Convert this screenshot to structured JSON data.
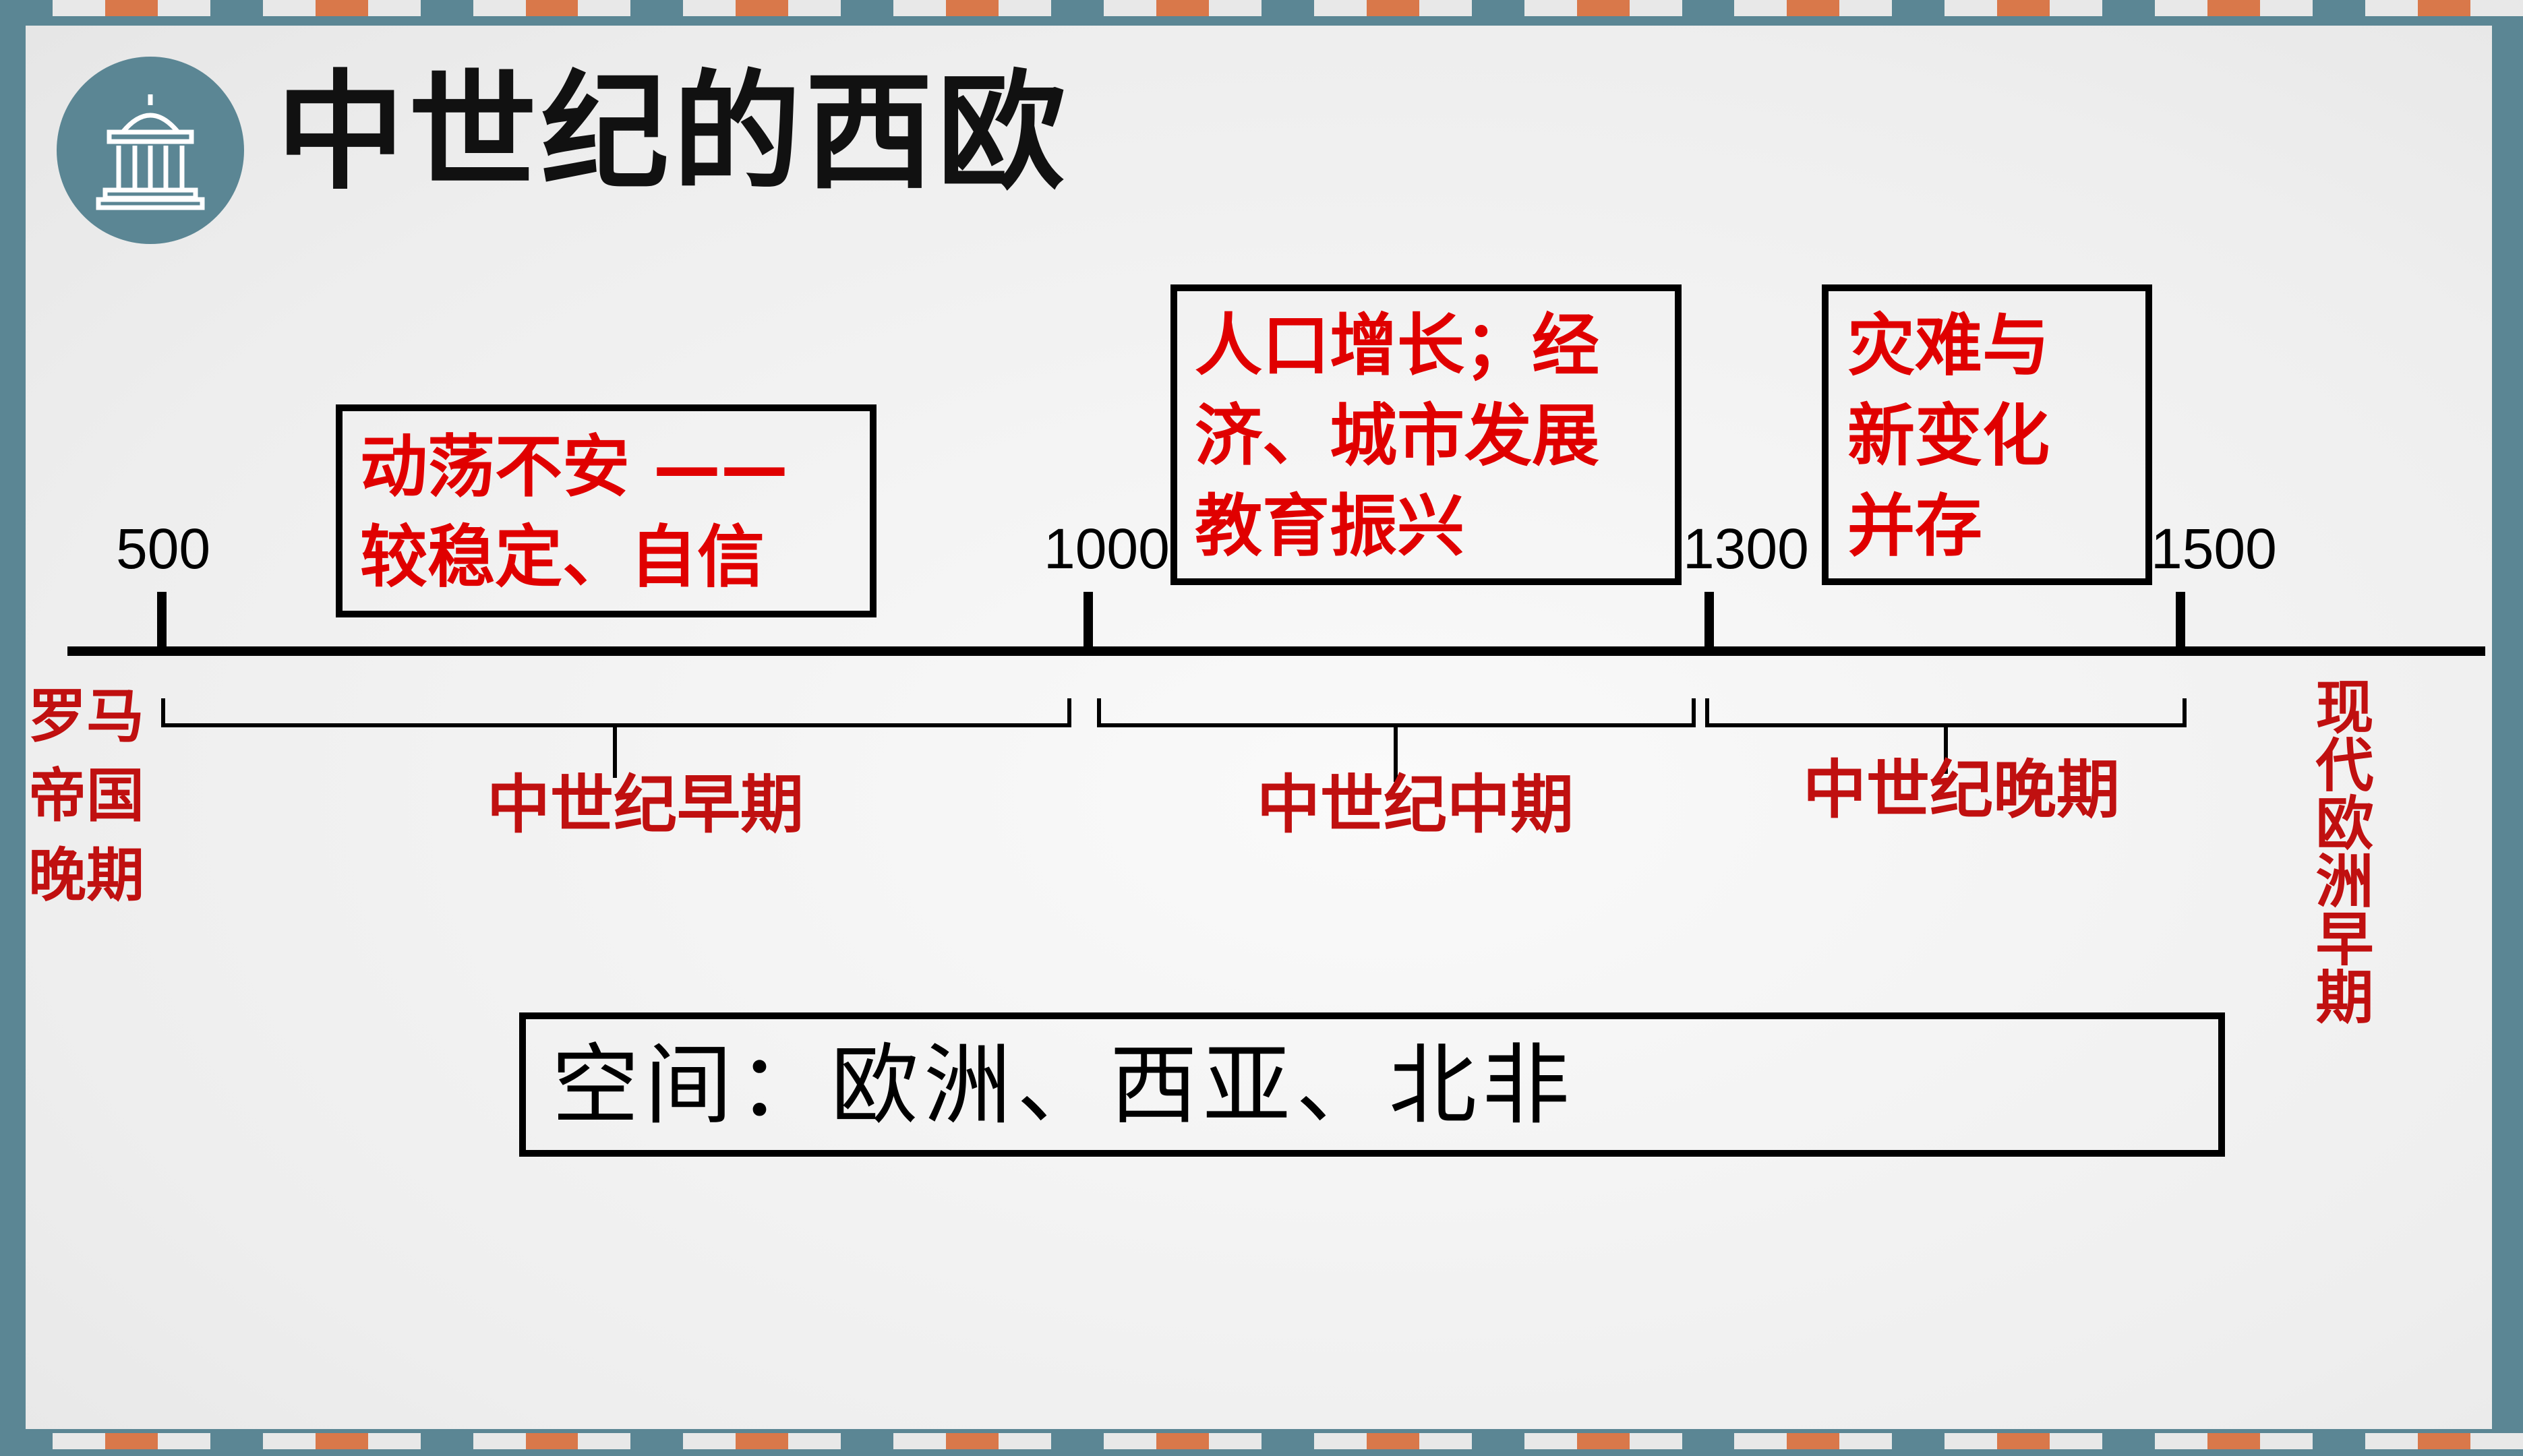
{
  "title": "中世纪的西欧",
  "timeline": {
    "years": [
      "500",
      "1000",
      "1300",
      "1500"
    ],
    "before_label": "罗马帝国晚期",
    "after_label": "现代欧洲早期",
    "periods": [
      "中世纪早期",
      "中世纪中期",
      "中世纪晚期"
    ]
  },
  "boxes": [
    {
      "text": "动荡不安 ——\n较稳定、自信"
    },
    {
      "text": "人口增长；经\n济、城市发展\n教育振兴"
    },
    {
      "text": "灾难与\n新变化\n并存"
    }
  ],
  "space": {
    "text": "空间：欧洲、西亚、北非"
  },
  "colors": {
    "accent_red": "#e00000",
    "frame_teal": "#5b8694",
    "stripe_orange": "#d9784a"
  },
  "icons": {
    "logo": "columned-building-icon"
  }
}
